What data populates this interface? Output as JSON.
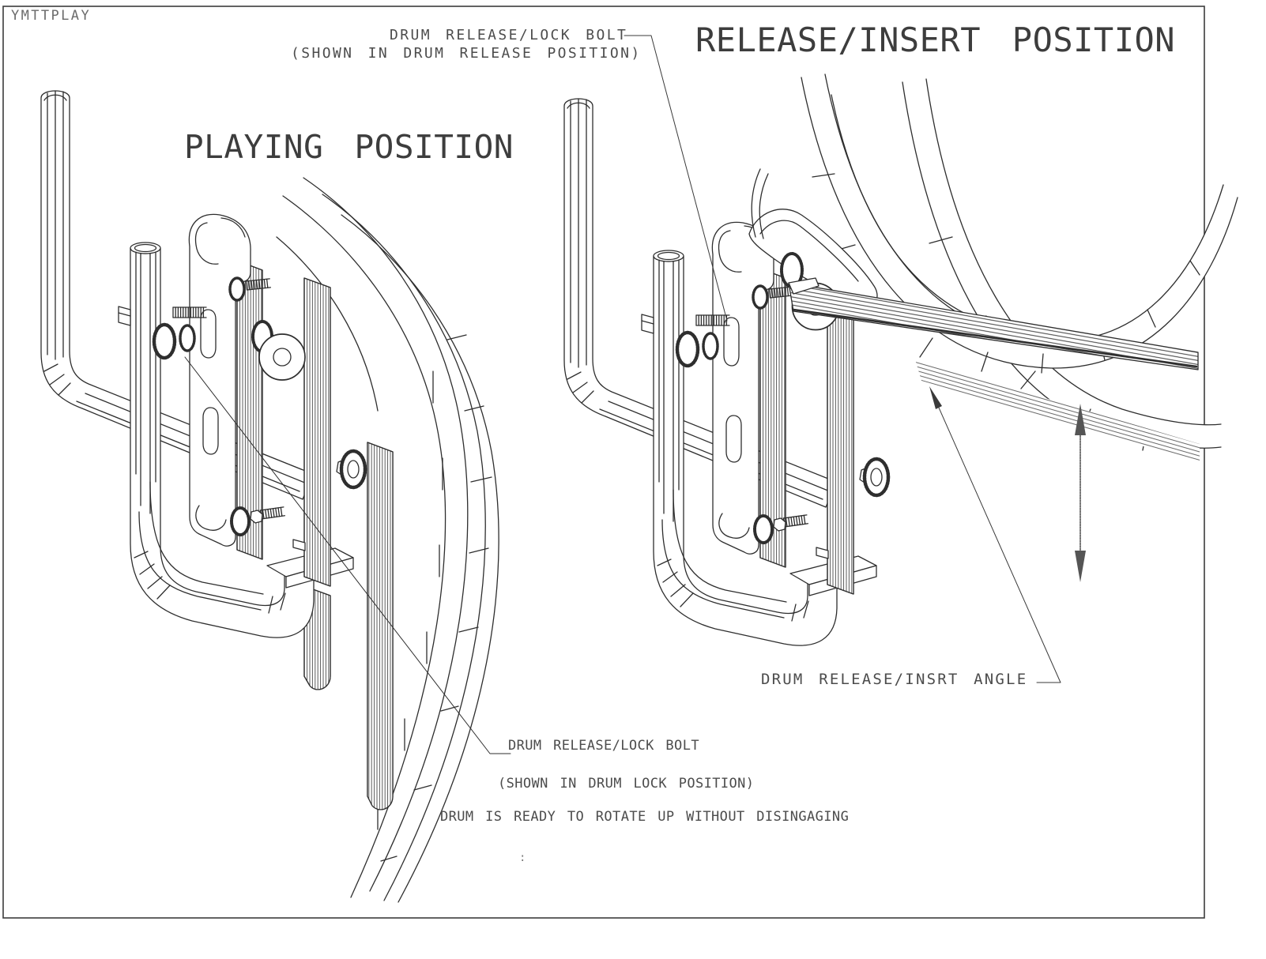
{
  "page": {
    "doc_code": "YMTTPLAY",
    "stray_mark": ":"
  },
  "titles": {
    "left_view": "PLAYING POSITION",
    "right_view": "RELEASE/INSERT POSITION"
  },
  "callouts": {
    "release_bolt_top": {
      "line1": "DRUM RELEASE/LOCK BOLT",
      "line2": "(SHOWN IN DRUM RELEASE POSITION)"
    },
    "release_bolt_bottom": {
      "line1": "DRUM RELEASE/LOCK BOLT",
      "line2": "(SHOWN IN DRUM LOCK POSITION)",
      "line3": "DRUM IS READY TO ROTATE UP WITHOUT DISINGAGING"
    },
    "release_angle": {
      "label": "DRUM RELEASE/INSRT ANGLE"
    }
  },
  "colors": {
    "paper": "#ffffff",
    "ink": "#2e2e2e",
    "text": "#4c4c4c"
  }
}
